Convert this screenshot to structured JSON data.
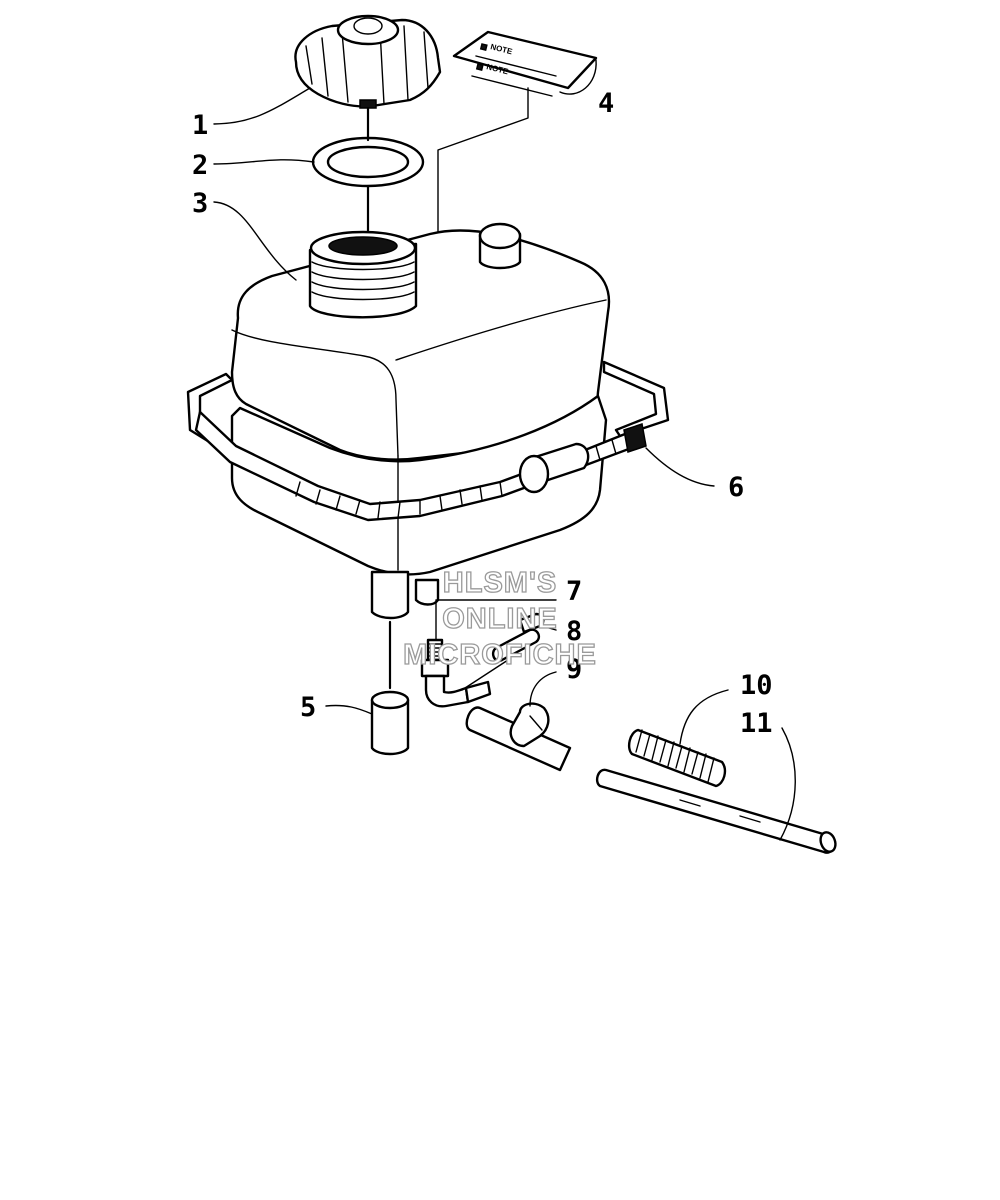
{
  "callouts": {
    "c1": "1",
    "c2": "2",
    "c3": "3",
    "c4": "4",
    "c5": "5",
    "c6": "6",
    "c7": "7",
    "c8": "8",
    "c9": "9",
    "c10": "10",
    "c11": "11"
  },
  "decal": {
    "line1": "NOTE",
    "line2": "NOTE"
  },
  "watermark": {
    "line1": "HLSM'S",
    "line2": "ONLINE",
    "line3": "MICROFICHE"
  }
}
